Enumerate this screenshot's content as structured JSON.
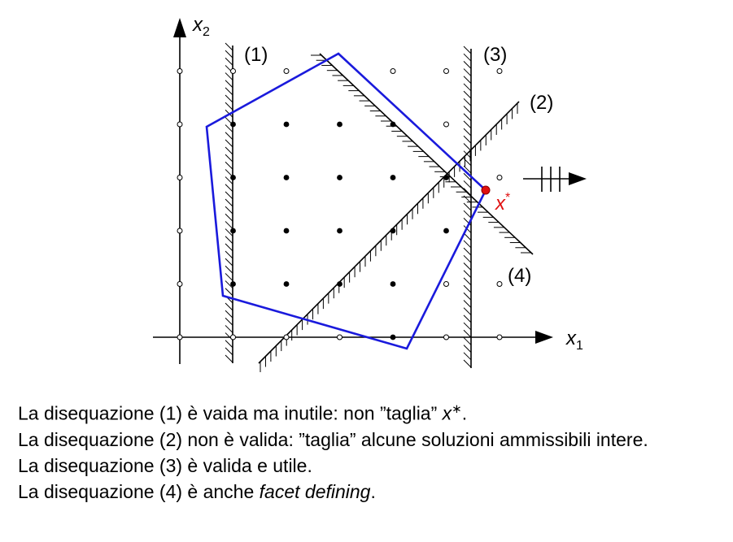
{
  "figure": {
    "x_axis_label": "x",
    "x_axis_sub": "1",
    "y_axis_label": "x",
    "y_axis_sub": "2",
    "constraint_labels": [
      "(1)",
      "(2)",
      "(3)",
      "(4)"
    ],
    "optimum_label": "x",
    "optimum_sup": "*",
    "colors": {
      "polytope": "#1a1adc",
      "optimum": "#e01010",
      "axes": "#000000"
    }
  },
  "caption": {
    "line1_a": "La disequazione (1) è vaida ma inutile: non ”taglia” ",
    "line1_math": "x",
    "line1_sup": "∗",
    "line1_b": ".",
    "line2": "La disequazione (2) non è valida: ”taglia” alcune soluzioni ammissibili intere.",
    "line3": "La disequazione (3) è valida e utile.",
    "line4_a": "La disequazione (4) è anche ",
    "line4_it": "facet defining",
    "line4_b": "."
  }
}
